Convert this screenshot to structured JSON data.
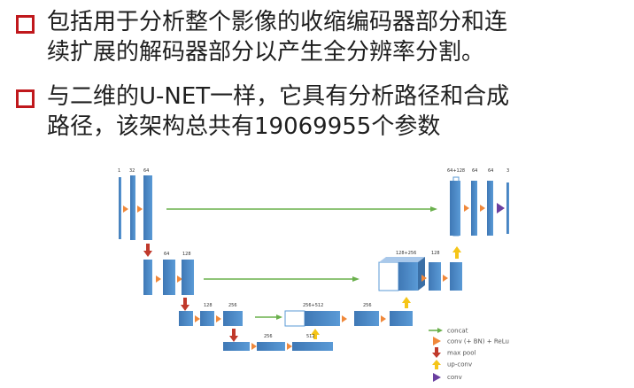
{
  "bullets": [
    {
      "lines": [
        "包括用于分析整个影像的收缩编码器部分和连",
        "续扩展的解码器部分以产生全分辨率分割。"
      ]
    },
    {
      "lines": [
        "与二维的U-NET一样，它具有分析路径和合成",
        "路径，该架构总共有19069955个参数"
      ]
    }
  ],
  "diagram": {
    "labels": {
      "top_left": [
        "1",
        "32",
        "64"
      ],
      "top_right": [
        "64+128",
        "64",
        "64",
        "3"
      ],
      "level2_left": [
        "64",
        "128"
      ],
      "level2_right": [
        "128+256",
        "128"
      ],
      "level3_left": [
        "128",
        "256"
      ],
      "level3_right": [
        "256+512",
        "256"
      ],
      "bottom": [
        "256",
        "512"
      ]
    },
    "legend": [
      {
        "label": "concat",
        "color": "#6ab04c",
        "icon": "green-arrow-icon"
      },
      {
        "label": "conv (+ BN) + ReLu",
        "color": "#f0883a",
        "icon": "orange-triangle-icon"
      },
      {
        "label": "max pool",
        "color": "#c0392b",
        "icon": "red-down-arrow-icon"
      },
      {
        "label": "up-conv",
        "color": "#f5c518",
        "icon": "yellow-up-arrow-icon"
      },
      {
        "label": "conv",
        "color": "#6a3fa0",
        "icon": "purple-triangle-icon"
      }
    ]
  }
}
